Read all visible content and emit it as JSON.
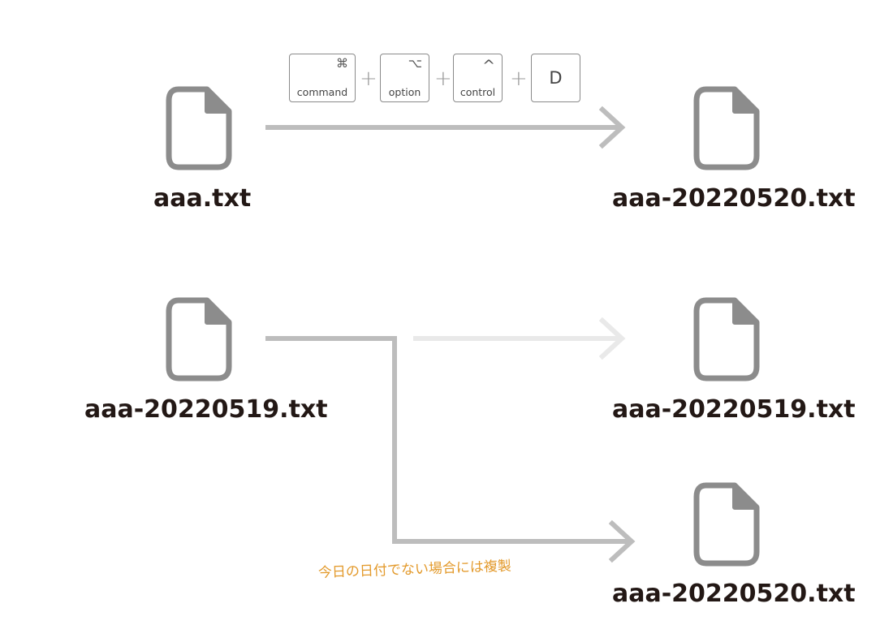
{
  "diagram": {
    "top": {
      "source_file": "aaa.txt",
      "result_file": "aaa-20220520.txt",
      "shortcut": {
        "keys": [
          {
            "symbol": "⌘",
            "label": "command"
          },
          {
            "symbol": "⌥",
            "label": "option"
          },
          {
            "symbol": "^",
            "label": "control"
          },
          {
            "label": "D"
          }
        ],
        "plus": "+"
      }
    },
    "bottom": {
      "source_file": "aaa-20220519.txt",
      "result_file_faded": "aaa-20220519.txt",
      "result_file": "aaa-20220520.txt",
      "note": "今日の日付でない場合には複製"
    },
    "colors": {
      "file_icon": "#8c8c8c",
      "arrow": "#bdbdbd",
      "arrow_faded": "#e9e9e9",
      "note": "#e39a2c",
      "label": "#231815"
    }
  }
}
